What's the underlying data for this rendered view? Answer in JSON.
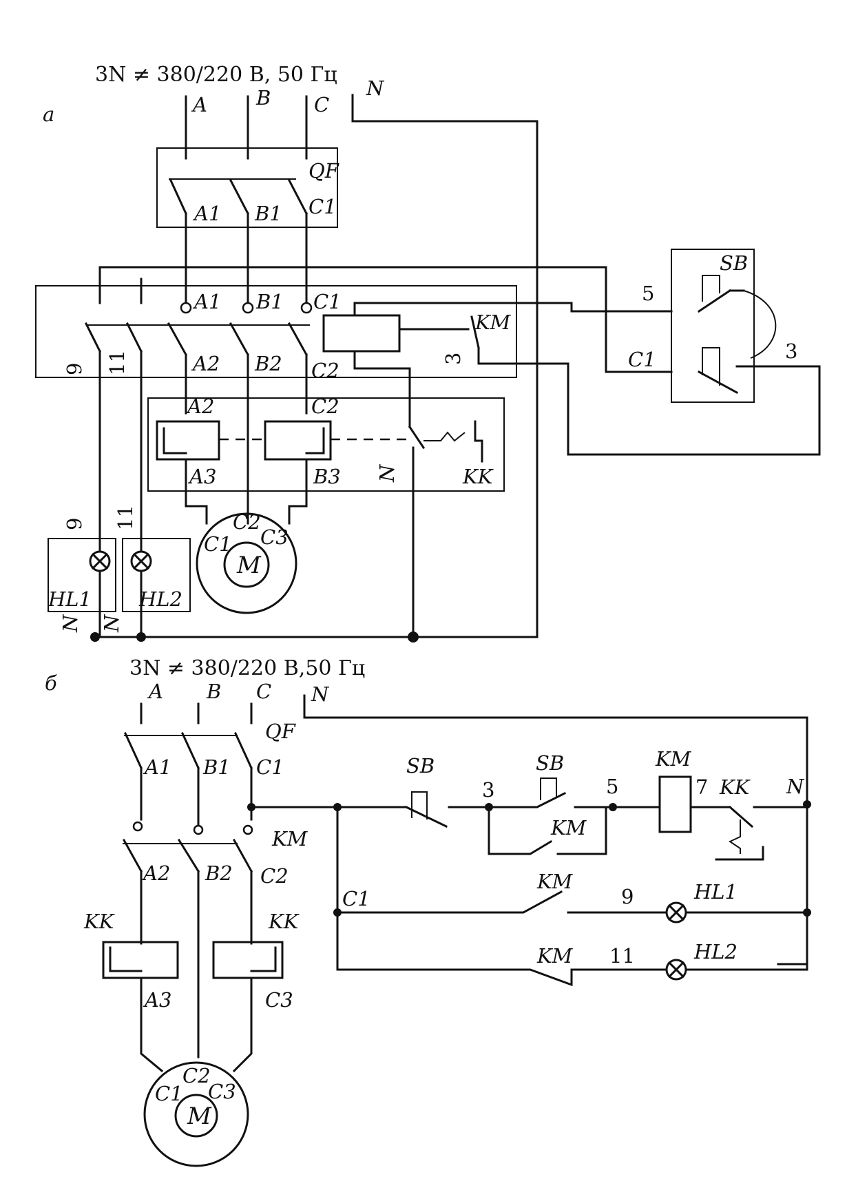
{
  "diagram_a": {
    "letter": "а",
    "supply": "3N ≠ 380/220 В, 50 Гц",
    "phases": [
      "A",
      "B",
      "C"
    ],
    "neutral": "N",
    "breaker": "QF",
    "breaker_outputs": [
      "A1",
      "B1",
      "C1"
    ],
    "contactor": "KM",
    "contactor_outputs": [
      "A2",
      "B2",
      "C2"
    ],
    "relay": "KK",
    "relay_outputs": [
      "A3",
      "B3"
    ],
    "button": "SB",
    "wire_5": "5",
    "wire_3": "3",
    "wire_9": "9",
    "wire_11": "11",
    "lamp1": "HL1",
    "lamp2": "HL2",
    "motor": "M",
    "motor_terminals": [
      "C1",
      "C2",
      "C3"
    ]
  },
  "diagram_b": {
    "letter": "б",
    "supply": "3N ≠ 380/220 В,50 Гц",
    "phases": [
      "A",
      "B",
      "C"
    ],
    "neutral": "N",
    "breaker": "QF",
    "breaker_outputs": [
      "A1",
      "B1",
      "C1"
    ],
    "contactor": "KM",
    "contactor_outputs": [
      "A2",
      "B2",
      "C2"
    ],
    "relay": "KK",
    "relay_outputs": [
      "A3",
      "C3"
    ],
    "button": "SB",
    "node_3": "3",
    "node_5": "5",
    "node_7": "7",
    "node_9": "9",
    "node_11": "11",
    "lamp1": "HL1",
    "lamp2": "HL2",
    "motor": "M",
    "motor_terminals": [
      "C1",
      "C2",
      "C3"
    ]
  }
}
